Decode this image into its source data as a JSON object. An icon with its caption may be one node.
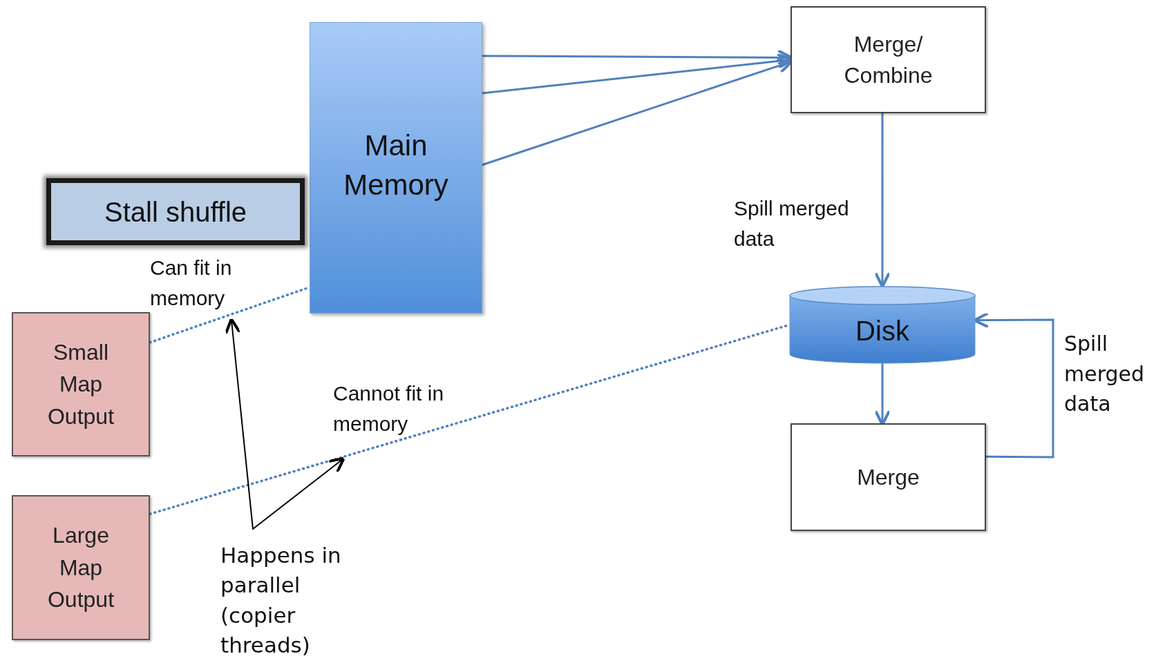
{
  "diagram": {
    "nodes": [
      {
        "text": [
          "Main Memory"
        ]
      },
      {
        "text": [
          "Merge/ Combine"
        ]
      },
      {
        "text": [
          "Stall shuffle"
        ]
      },
      {
        "text": [
          "Disk"
        ]
      },
      {
        "text": [
          "Merge"
        ]
      },
      {
        "text": [
          "Small Map Output"
        ]
      },
      {
        "text": [
          "Large Map Output"
        ]
      },
      {
        "text": [
          "Happens in parallel (copier threads)"
        ]
      }
    ],
    "edges": [
      {
        "from": 0,
        "to": 1,
        "arrow": "to"
      },
      {
        "from": 0,
        "to": 1,
        "arrow": "to"
      },
      {
        "from": 0,
        "to": 1,
        "arrow": "to"
      },
      {
        "from": 1,
        "to": 3,
        "arrow": "to",
        "label": "Spill merged data"
      },
      {
        "from": 3,
        "to": 4,
        "arrow": "to"
      },
      {
        "from": 4,
        "to": 3,
        "arrow": "to",
        "label": "Spill merged data"
      },
      {
        "from": 5,
        "to": 0,
        "arrow": "none",
        "style": "dashed",
        "label": "Can fit in memory"
      },
      {
        "from": 6,
        "to": 3,
        "arrow": "none",
        "style": "dashed",
        "label": "Cannot fit in memory"
      },
      {
        "from": 7,
        "to": null,
        "arrow": "to",
        "color": "#000000"
      },
      {
        "from": 7,
        "to": null,
        "arrow": "to",
        "color": "#000000"
      }
    ]
  }
}
